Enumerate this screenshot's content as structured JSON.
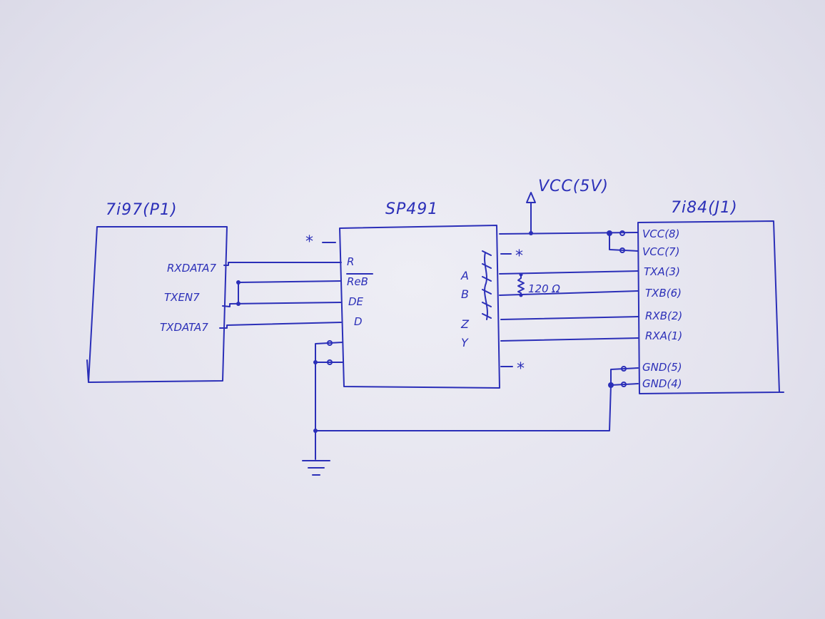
{
  "components": {
    "p1": {
      "title": "7i97(P1)",
      "pins": [
        "RXDATA7",
        "TXEN7",
        "TXDATA7"
      ]
    },
    "u1": {
      "title": "SP491",
      "left_pins": [
        "R",
        "ReB",
        "DE",
        "D"
      ],
      "right_pins": [
        "A",
        "B",
        "Z",
        "Y"
      ]
    },
    "j1": {
      "title": "7i84(J1)",
      "pins": [
        "VCC(8)",
        "VCC(7)",
        "TXA(3)",
        "TXB(6)",
        "RXB(2)",
        "RXA(1)",
        "GND(5)",
        "GND(4)"
      ]
    }
  },
  "power": {
    "vcc_label": "VCC(5V)"
  },
  "resistor": {
    "label": "120 Ω"
  },
  "marks": {
    "no_connect": "*"
  },
  "colors": {
    "ink": "#2b2fb8",
    "paper": "#e8e7f0"
  }
}
